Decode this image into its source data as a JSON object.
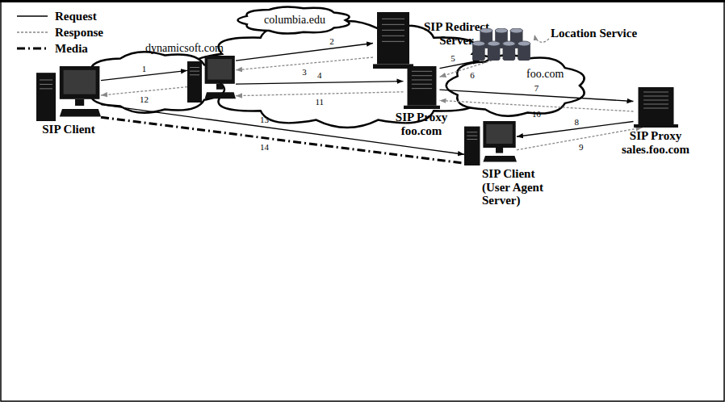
{
  "diagram": {
    "nodes": [
      {
        "text": [
          "columbia.edu"
        ]
      },
      {
        "text": [
          "SIP Redirect Server"
        ]
      },
      {
        "text": [
          "dynamicsoft.com"
        ]
      },
      {
        "text": [
          "Location Service"
        ]
      },
      {
        "text": [
          "SIP Client"
        ]
      },
      {
        "text": [
          "SIP Proxy foo.com"
        ]
      },
      {
        "text": [
          "SIP Proxy sales.foo.com"
        ]
      },
      {
        "text": [
          "SIP Client (User Agent Server)"
        ]
      }
    ],
    "edges": [
      {
        "from": 4,
        "to": 2,
        "label": "1",
        "arrow": "to"
      },
      {
        "from": 2,
        "to": 1,
        "label": "2",
        "arrow": "to"
      },
      {
        "from": 1,
        "to": 2,
        "label": "3",
        "arrow": "to"
      },
      {
        "from": 2,
        "to": 5,
        "label": "4",
        "arrow": "to"
      },
      {
        "from": 5,
        "to": 3,
        "label": "5",
        "arrow": "to"
      },
      {
        "from": 3,
        "to": 5,
        "label": "6",
        "arrow": "to"
      },
      {
        "from": 5,
        "to": 6,
        "label": "7",
        "arrow": "to"
      },
      {
        "from": 6,
        "to": 7,
        "label": "8",
        "arrow": "to"
      },
      {
        "from": 7,
        "to": 6,
        "label": "9",
        "arrow": "to"
      },
      {
        "from": 6,
        "to": 5,
        "label": "10",
        "arrow": "to"
      },
      {
        "from": 5,
        "to": 2,
        "label": "11",
        "arrow": "to"
      },
      {
        "from": 2,
        "to": 4,
        "label": "12",
        "arrow": "to"
      },
      {
        "from": 4,
        "to": 7,
        "label": "13",
        "arrow": "to"
      },
      {
        "from": 4,
        "to": 7,
        "label": "14",
        "arrow": "none"
      }
    ],
    "labels": [
      "foo.com"
    ],
    "legend": [
      {
        "text": "Request"
      },
      {
        "text": "Response"
      },
      {
        "text": "Media"
      }
    ]
  }
}
